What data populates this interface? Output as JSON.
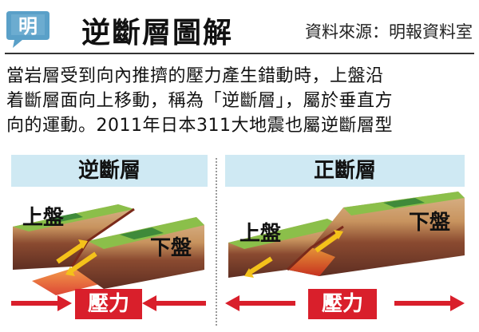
{
  "header": {
    "logo_char": "明",
    "title": "逆斷層圖解",
    "source": "資料來源：明報資料室"
  },
  "description": [
    "當岩層受到向內推擠的壓力產生錯動時，上盤沿",
    "着斷層面向上移動，稱為「逆斷層」，屬於垂直方",
    "向的運動。2011年日本311大地震也屬逆斷層型"
  ],
  "panels": {
    "left": {
      "title": "逆斷層",
      "upper_label": "上盤",
      "lower_label": "下盤",
      "force_label": "壓力",
      "force_direction": "inward"
    },
    "right": {
      "title": "正斷層",
      "upper_label": "上盤",
      "lower_label": "下盤",
      "force_label": "壓力",
      "force_direction": "outward"
    }
  },
  "colors": {
    "accent_red": "#d91f2b",
    "header_blue": "#cfe9f3",
    "logo_blue": "#5aa0c8",
    "grass": "#8bbf4a",
    "soil_tan": "#d9b48a",
    "soil_dark": "#6b3a2a",
    "magma_orange": "#e8562a",
    "arrow_yellow": "#f4c21a"
  }
}
